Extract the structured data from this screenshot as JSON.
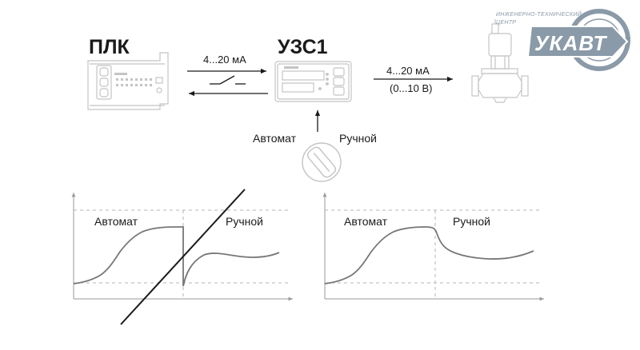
{
  "diagram": {
    "plc_label": "ПЛК",
    "uzs_label": "УЗС1",
    "signal_plc_uzs": "4...20 мА",
    "signal_uzs_valve": "4...20 мА",
    "signal_uzs_valve_alt": "(0...10 В)",
    "switch_auto": "Автомат",
    "switch_manual": "Ручной"
  },
  "logo": {
    "line1": "ИНЖЕНЕРНО-ТЕХНИЧЕСКИЙ",
    "line2": "ЦЕНТР",
    "name": "УКАВТ",
    "color": "#8a9aa9"
  },
  "charts": [
    {
      "auto_label": "Автомат",
      "manual_label": "Ручной",
      "crossed_out": true
    },
    {
      "auto_label": "Автомат",
      "manual_label": "Ручной",
      "crossed_out": false
    }
  ],
  "colors": {
    "line": "#1a1a1a",
    "curve": "#777777",
    "device": "#c4c4c4",
    "dashed": "#b5b5b5"
  }
}
